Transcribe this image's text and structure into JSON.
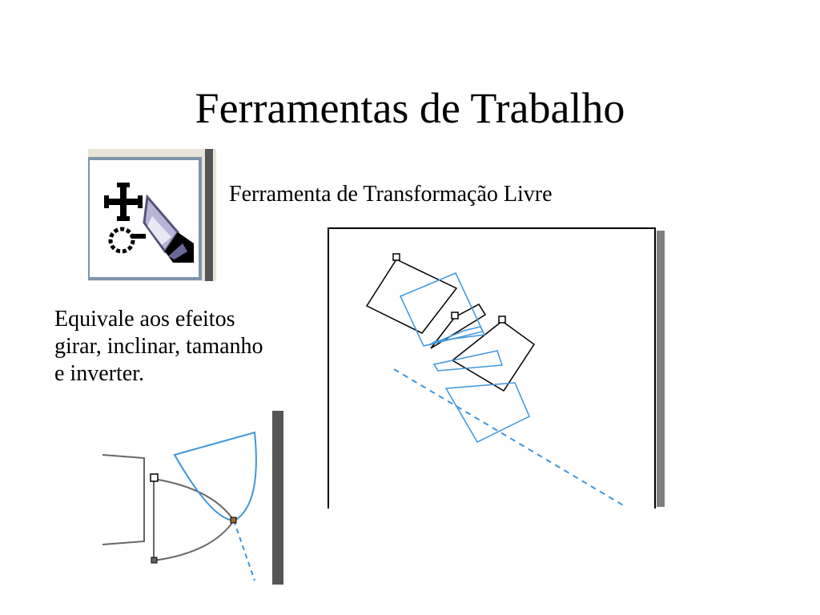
{
  "slide": {
    "title": "Ferramentas de Trabalho",
    "tool_caption": "Ferramenta de Transformação Livre",
    "description_lines": [
      "Equivale  aos efeitos",
      "girar, inclinar, tamanho",
      "e inverter."
    ]
  },
  "icons": {
    "tool_icon": "free-transform-icon"
  },
  "colors": {
    "text": "#000000",
    "shape_outline": "#000000",
    "transformed_outline": "#3f95dc",
    "frame_shadow": "#808080"
  }
}
